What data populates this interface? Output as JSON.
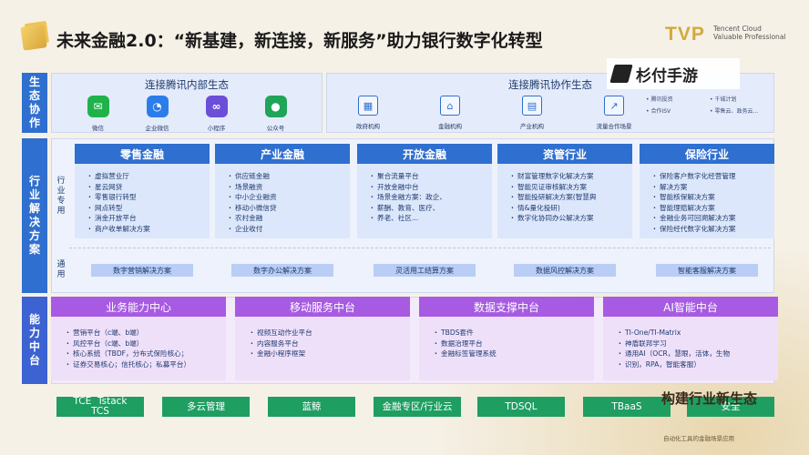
{
  "header": {
    "title": "未来金融2.0：“新基建，新连接，新服务”助力银行数字化转型",
    "brand": "TVP",
    "brand_sub_1": "Tencent Cloud",
    "brand_sub_2": "Valuable Professional"
  },
  "watermark": {
    "text": "杉付手游"
  },
  "rows": {
    "ecosystem": "生态协作",
    "industry": "行业解决方案",
    "capability": "能力中台"
  },
  "ecosystem": {
    "internal": {
      "title": "连接腾讯内部生态",
      "items": [
        {
          "label": "微信",
          "icon": "wechat-icon",
          "color": "#1fb24a",
          "glyph": "✉"
        },
        {
          "label": "企业微信",
          "icon": "wecom-icon",
          "color": "#2b7de9",
          "glyph": "◔"
        },
        {
          "label": "小程序",
          "icon": "miniprogram-icon",
          "color": "#6b4fd8",
          "glyph": "∞"
        },
        {
          "label": "公众号",
          "icon": "official-account-icon",
          "color": "#1fa45a",
          "glyph": "●"
        }
      ]
    },
    "external": {
      "title": "连接腾讯协作生态",
      "items": [
        {
          "label": "政府机构",
          "icon": "government-icon",
          "glyph": "▦"
        },
        {
          "label": "金融机构",
          "icon": "bank-icon",
          "glyph": "⌂"
        },
        {
          "label": "产业机构",
          "icon": "industry-building-icon",
          "glyph": "▤"
        },
        {
          "label": "流量合作场景",
          "icon": "traffic-chart-icon",
          "glyph": "↗"
        }
      ],
      "list_a": [
        "• 腾讯投资",
        "• 合作ISV"
      ],
      "list_b": [
        "• 千城计划",
        "• 零售云、政务云..."
      ]
    }
  },
  "industry": {
    "dedicated_label": "行业专用",
    "general_label": "通用",
    "cards": [
      {
        "title": "零售金融",
        "items": [
          "虚拟营业厅",
          "星云网贷",
          "零售银行转型",
          "网点转型",
          "消金开放平台",
          "商户收单解决方案"
        ]
      },
      {
        "title": "产业金融",
        "items": [
          "供应链金融",
          "场景融资",
          "中小企业融资",
          "移动小微信贷",
          "农村金融",
          "企业收付"
        ]
      },
      {
        "title": "开放金融",
        "items": [
          "聚合流量平台",
          "开放金融中台",
          "场景金融方案：政企、",
          "薪酬、教育、医疗、",
          "养老、社区..."
        ]
      },
      {
        "title": "资管行业",
        "items": [
          "财富管理数字化解决方案",
          "智能见证审核解决方案",
          "智能投研解决方案(智慧舆",
          "情&量化投研)",
          "数字化协同办公解决方案"
        ]
      },
      {
        "title": "保险行业",
        "items": [
          "保险客户数字化经营管理",
          "解决方案",
          "智能核保解决方案",
          "智能理赔解决方案",
          "金融业务可回溯解决方案",
          "保险经代数字化解决方案"
        ]
      }
    ],
    "general": [
      "数字营销解决方案",
      "数字办公解决方案",
      "灵活用工结算方案",
      "数据风控解决方案",
      "智能客服解决方案"
    ]
  },
  "capability": {
    "cards": [
      {
        "title": "业务能力中心",
        "items": [
          "营销平台（c端、b端）",
          "风控平台（c端、b端）",
          "核心系统（TBDF，分布式保险核心；",
          "证券交易核心；信托核心；私募平台）"
        ]
      },
      {
        "title": "移动服务中台",
        "items": [
          "视频互动作业平台",
          "内容服务平台",
          "金融小程序框架"
        ]
      },
      {
        "title": "数据支撑中台",
        "items": [
          "TBDS套件",
          "数据治理平台",
          "金融标签管理系统"
        ]
      },
      {
        "title": "AI智能中台",
        "items": [
          "TI-One/TI-Matrix",
          "神盾联邦学习",
          "通用AI（OCR，慧眼，活体，生物",
          "识别，RPA，智能客服）"
        ]
      }
    ]
  },
  "infra": [
    {
      "label": "TCE  Tstack\nTCS"
    },
    {
      "label": "多云管理"
    },
    {
      "label": "蓝鲸"
    },
    {
      "label": "金融专区/行业云"
    },
    {
      "label": "TDSQL"
    },
    {
      "label": "TBaaS"
    },
    {
      "label": "安全"
    }
  ],
  "footer": {
    "overlay": "构建行业新生态",
    "sub": "自动化工具的金融场景应用"
  }
}
